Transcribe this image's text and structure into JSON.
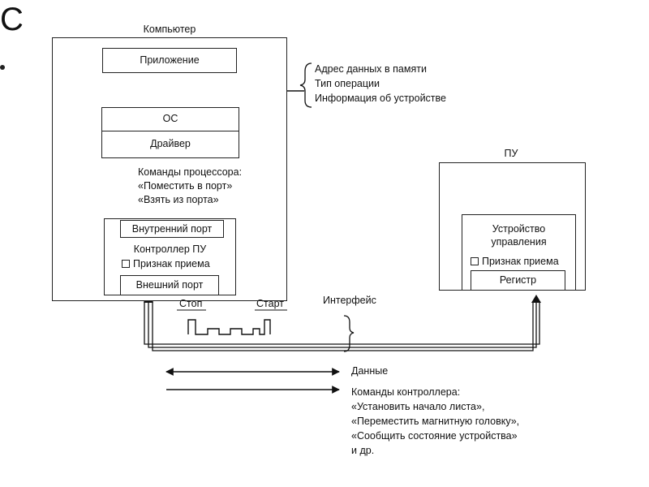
{
  "corner_letter": "С",
  "computer": {
    "title": "Компьютер",
    "app": "Приложение",
    "os": "ОС",
    "driver": "Драйвер",
    "controller": {
      "internal_port": "Внутренний порт",
      "name": "Контроллер ПУ",
      "flag": "Признак приема",
      "external_port": "Внешний порт"
    }
  },
  "request_info": {
    "lines": [
      "Адрес данных в памяти",
      "Тип операции",
      "Информация об устройстве"
    ]
  },
  "cpu_commands": {
    "lines": [
      "Команды процессора:",
      "«Поместить в порт»",
      "«Взять из порта»"
    ]
  },
  "device": {
    "title": "ПУ",
    "control_unit": [
      "Устройство",
      "управления"
    ],
    "flag": "Признак приема",
    "register": "Регистр"
  },
  "interface": {
    "label": "Интерфейс",
    "stop": "Стоп",
    "start": "Старт"
  },
  "legend": {
    "data": "Данные",
    "controller_commands": [
      "Команды контроллера:",
      "«Установить начало листа»,",
      "«Переместить магнитную головку»,",
      "«Сообщить состояние устройства»",
      "и др."
    ]
  }
}
